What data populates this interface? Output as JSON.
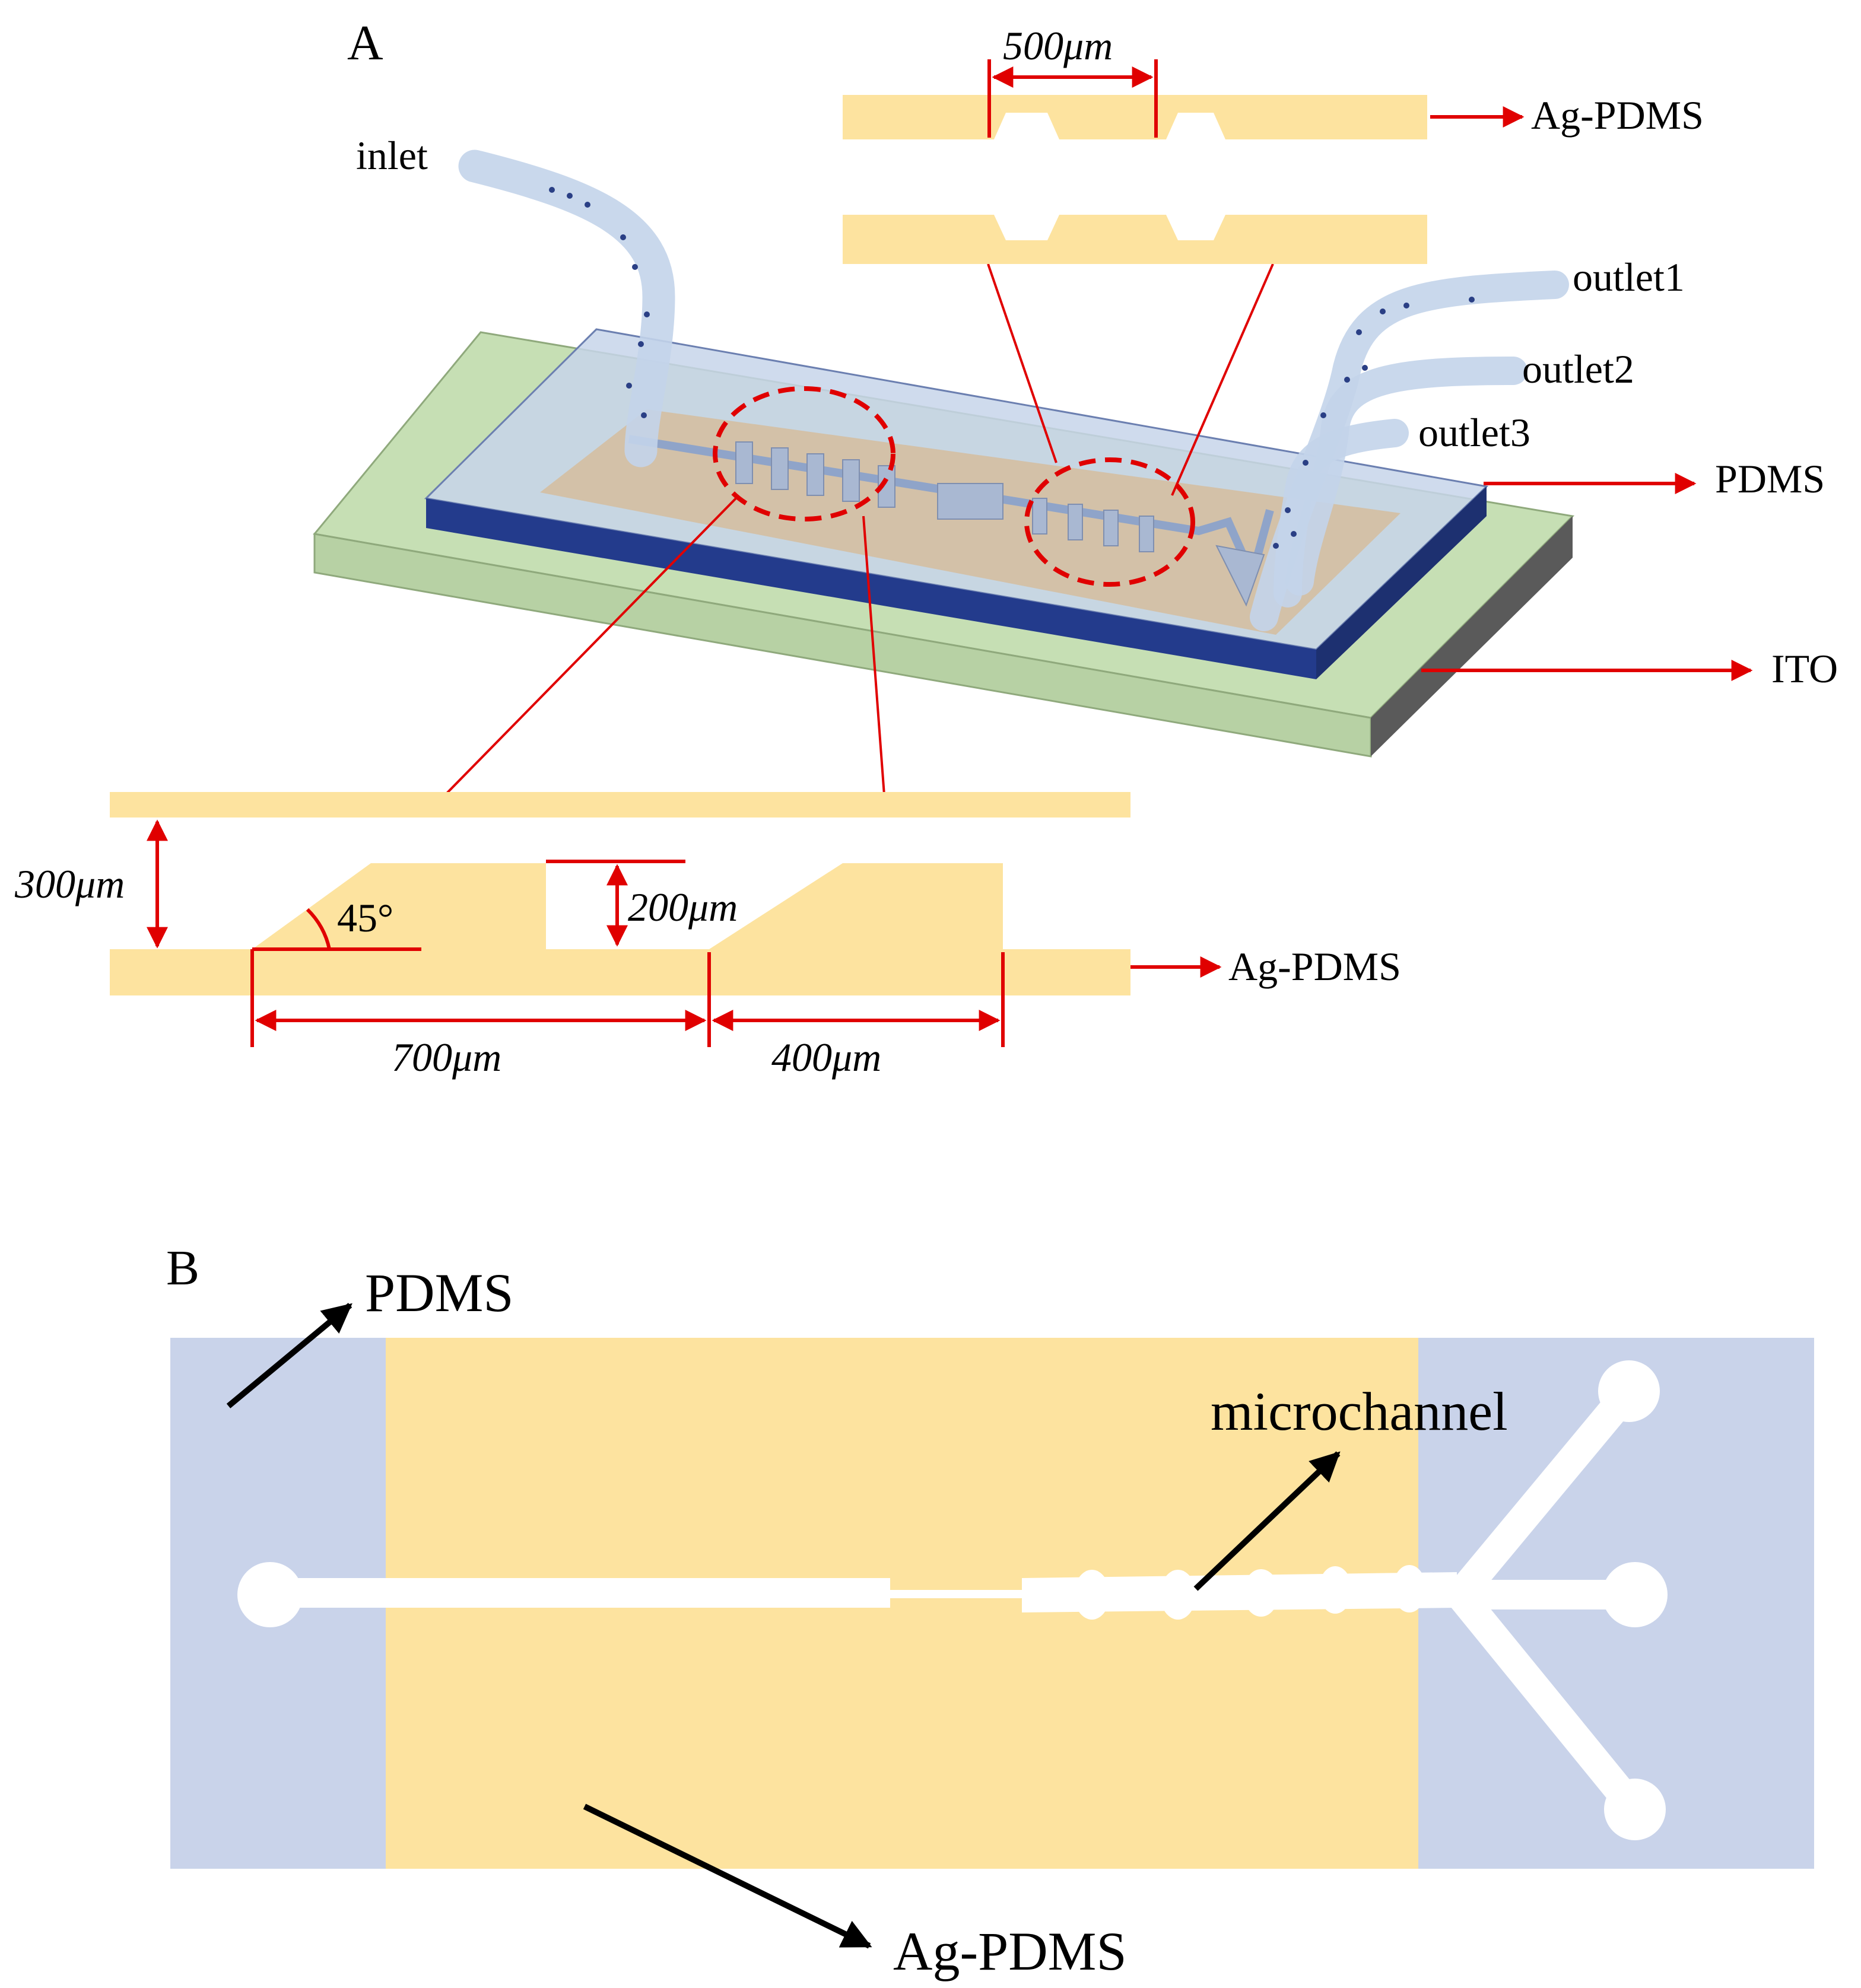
{
  "panel_a": {
    "letter": "A",
    "labels": {
      "inlet": "inlet",
      "outlet1": "outlet1",
      "outlet2": "outlet2",
      "outlet3": "outlet3",
      "pdms": "PDMS",
      "ito": "ITO",
      "ag_pdms_top": "Ag-PDMS",
      "ag_pdms_bottom": "Ag-PDMS"
    },
    "dimensions": {
      "top_gap": "500μm",
      "channel_height": "300μm",
      "ridge_height": "200μm",
      "angle": "45°",
      "period": "700μm",
      "ridge_length": "400μm"
    }
  },
  "panel_b": {
    "letter": "B",
    "labels": {
      "pdms": "PDMS",
      "microchannel": "microchannel",
      "ag_pdms": "Ag-PDMS"
    }
  },
  "colors": {
    "ag_pdms": "#fde39f",
    "pdms_layer": "#c9d3ea",
    "ito_glass": "#c6dfb4",
    "pdms_border": "#233b8c",
    "annotation_red": "#e00000",
    "tube": "#c3d4ea"
  }
}
